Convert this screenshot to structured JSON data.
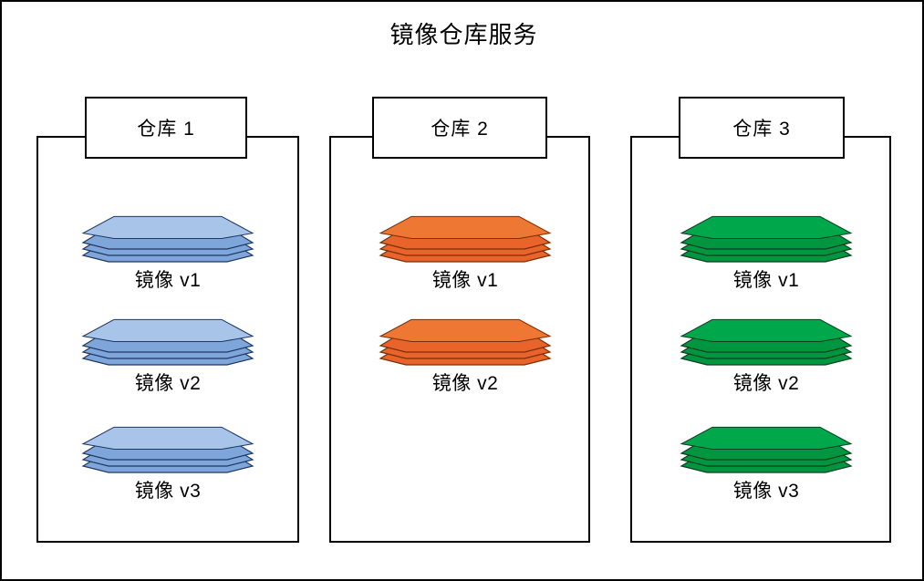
{
  "diagram": {
    "title": "镜像仓库服务",
    "frame_border_color": "#000000",
    "background": "#ffffff"
  },
  "palette": {
    "blue_light": "#A8C4E8",
    "blue_mid": "#7FA6DB",
    "blue_dark": "#6A93D0",
    "orange_light": "#EE7733",
    "orange_mid": "#E8642A",
    "orange_dark": "#D9541C",
    "green_light": "#00A84B",
    "green_mid": "#009640",
    "green_dark": "#008236",
    "outline": "#000000"
  },
  "repositories": [
    {
      "name": "repo-1",
      "header_label": "仓库 1",
      "color_key": "blue",
      "fill_light": "#A8C4E8",
      "fill_mid": "#7FA6DB",
      "fill_dark": "#6A93D0",
      "images": [
        {
          "label": "镜像 v1",
          "layers": 4
        },
        {
          "label": "镜像 v2",
          "layers": 4
        },
        {
          "label": "镜像 v3",
          "layers": 4
        }
      ]
    },
    {
      "name": "repo-2",
      "header_label": "仓库 2",
      "color_key": "orange",
      "fill_light": "#EE7733",
      "fill_mid": "#E8642A",
      "fill_dark": "#D9541C",
      "images": [
        {
          "label": "镜像 v1",
          "layers": 4
        },
        {
          "label": "镜像 v2",
          "layers": 4
        }
      ]
    },
    {
      "name": "repo-3",
      "header_label": "仓库 3",
      "color_key": "green",
      "fill_light": "#00A84B",
      "fill_mid": "#009640",
      "fill_dark": "#008236",
      "images": [
        {
          "label": "镜像 v1",
          "layers": 4
        },
        {
          "label": "镜像 v2",
          "layers": 4
        },
        {
          "label": "镜像 v3",
          "layers": 4
        }
      ]
    }
  ]
}
